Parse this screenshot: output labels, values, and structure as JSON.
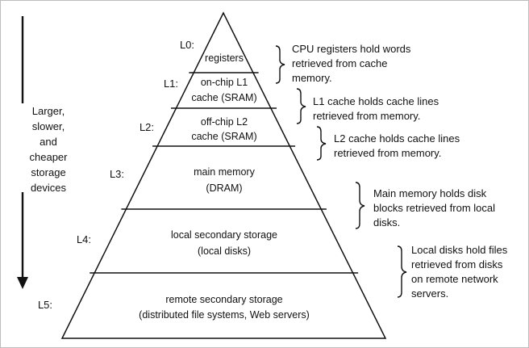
{
  "side_label": {
    "lines": [
      "Larger,",
      "slower,",
      "and",
      "cheaper",
      "storage",
      "devices"
    ]
  },
  "levels": [
    {
      "id": "L0:",
      "label_lines": [
        "registers"
      ],
      "note_lines": [
        "CPU registers hold words",
        "retrieved from cache",
        "memory."
      ]
    },
    {
      "id": "L1:",
      "label_lines": [
        "on-chip L1",
        "cache (SRAM)"
      ],
      "note_lines": [
        "L1 cache holds cache lines",
        "retrieved from memory."
      ]
    },
    {
      "id": "L2:",
      "label_lines": [
        "off-chip L2",
        "cache (SRAM)"
      ],
      "note_lines": [
        "L2 cache holds cache lines",
        "retrieved from memory."
      ]
    },
    {
      "id": "L3:",
      "label_lines": [
        "main memory",
        "(DRAM)"
      ],
      "note_lines": [
        "Main memory holds disk",
        "blocks retrieved from local",
        "disks."
      ]
    },
    {
      "id": "L4:",
      "label_lines": [
        "local secondary storage",
        "(local disks)"
      ],
      "note_lines": [
        "Local disks hold files",
        "retrieved from disks",
        "on remote network",
        "servers."
      ]
    },
    {
      "id": "L5:",
      "label_lines": [
        "remote secondary storage",
        "(distributed file systems, Web servers)"
      ],
      "note_lines": []
    }
  ],
  "colors": {
    "stroke": "#111111",
    "text": "#111111",
    "background": "#ffffff"
  }
}
